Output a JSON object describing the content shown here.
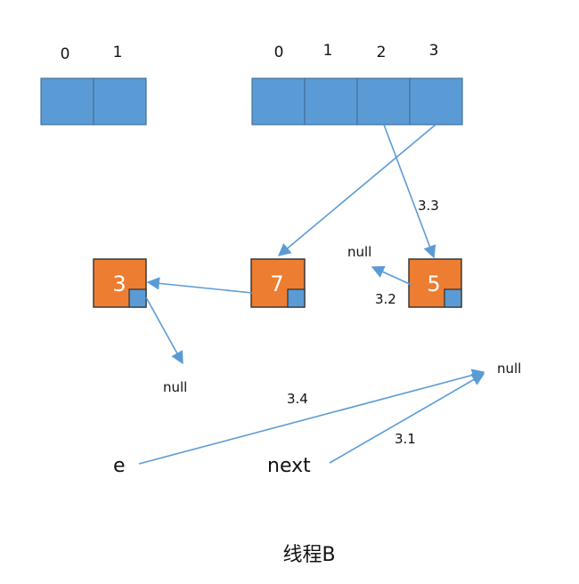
{
  "small_array": {
    "indices": [
      "0",
      "1"
    ]
  },
  "large_array": {
    "indices": [
      "0",
      "1",
      "2",
      "3"
    ]
  },
  "nodes": {
    "n3": "3",
    "n7": "7",
    "n5": "5"
  },
  "null_labels": {
    "near_node5": "null",
    "below_node3": "null",
    "right": "null"
  },
  "step_labels": {
    "s31": "3.1",
    "s32": "3.2",
    "s33": "3.3",
    "s34": "3.4"
  },
  "variables": {
    "e": "e",
    "next": "next"
  },
  "caption": "线程B",
  "colors": {
    "array_cell": "#5b9bd5",
    "node_fill": "#ed7d31",
    "arrow": "#5b9bd5"
  }
}
